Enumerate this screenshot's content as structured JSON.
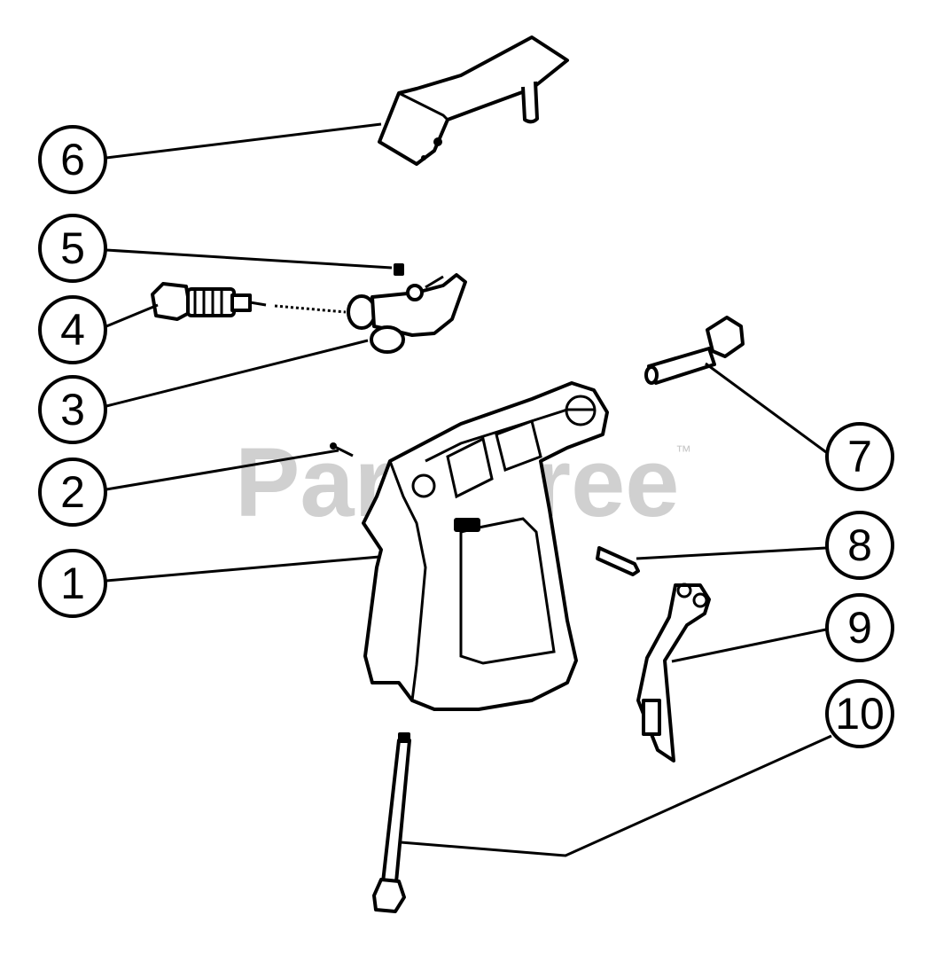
{
  "watermark": {
    "text": "PartsTree",
    "tm": "™"
  },
  "callouts": [
    {
      "label": "1"
    },
    {
      "label": "2"
    },
    {
      "label": "3"
    },
    {
      "label": "4"
    },
    {
      "label": "5"
    },
    {
      "label": "6"
    },
    {
      "label": "7"
    },
    {
      "label": "8"
    },
    {
      "label": "9"
    },
    {
      "label": "10"
    }
  ]
}
